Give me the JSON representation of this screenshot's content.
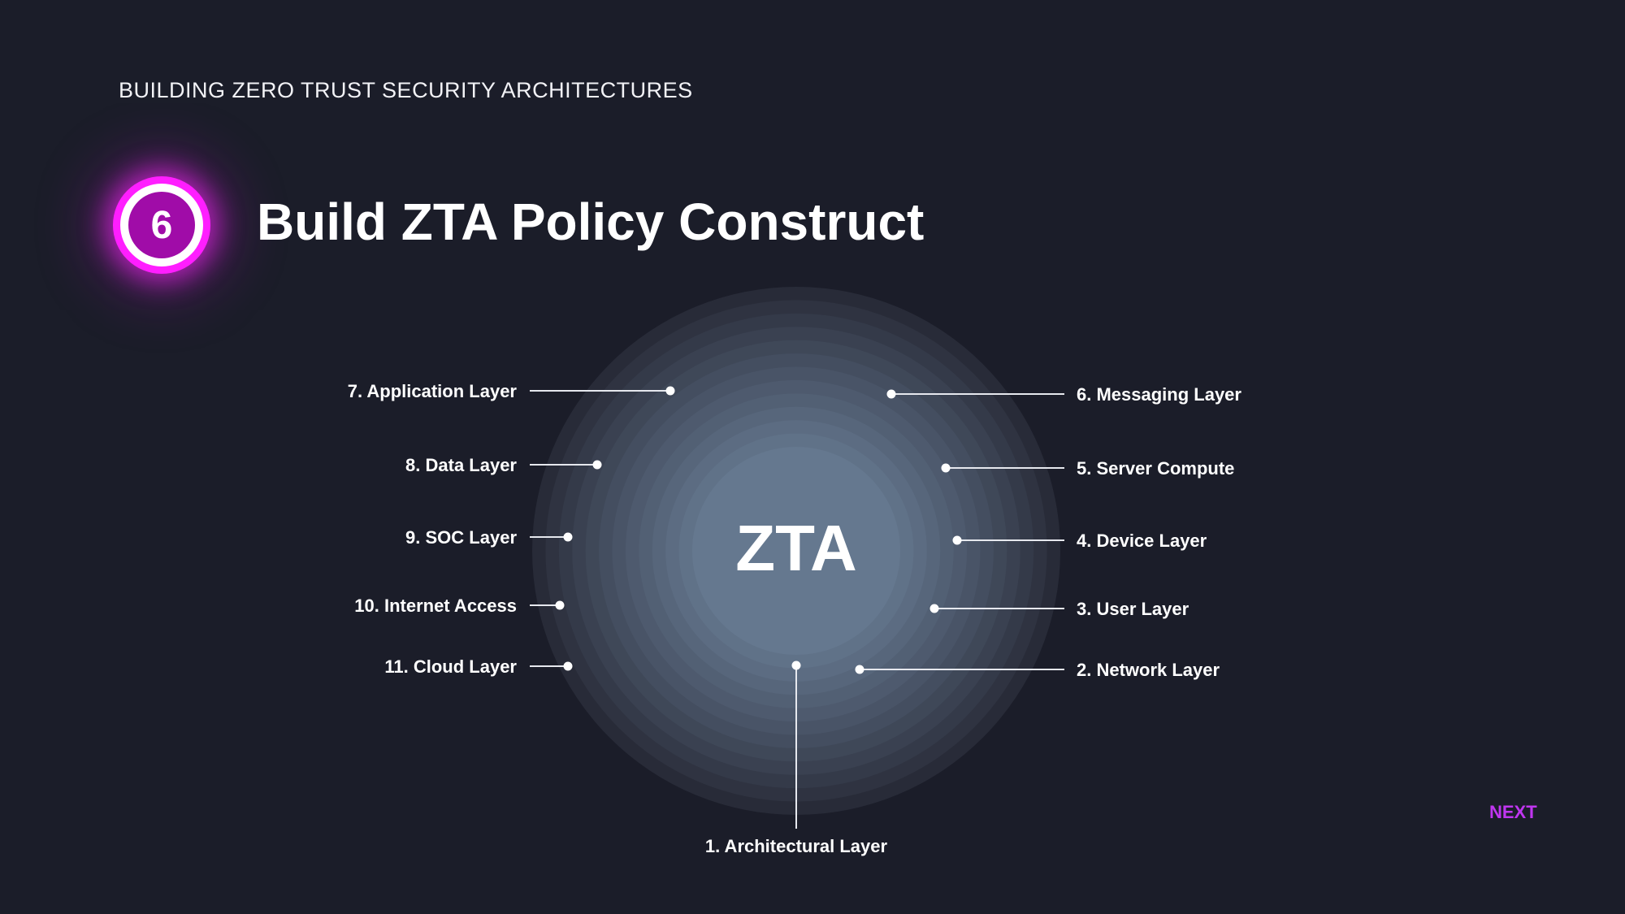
{
  "header": {
    "subtitle": "BUILDING ZERO TRUST SECURITY ARCHITECTURES",
    "step_number": "6",
    "title": "Build ZTA Policy Construct"
  },
  "diagram": {
    "center_label": "ZTA",
    "layers": [
      "1. Architectural Layer",
      "2. Network Layer",
      "3. User Layer",
      "4. Device Layer",
      "5. Server Compute",
      "6. Messaging Layer",
      "7. Application Layer",
      "8. Data Layer",
      "9. SOC Layer",
      "10. Internet Access",
      "11. Cloud Layer"
    ]
  },
  "navigation": {
    "next_label": "NEXT"
  },
  "colors": {
    "background": "#1b1d29",
    "accent": "#ff1eff",
    "badge_core": "#a00ca8",
    "next": "#c036f0",
    "core_circle": "#65788f"
  }
}
